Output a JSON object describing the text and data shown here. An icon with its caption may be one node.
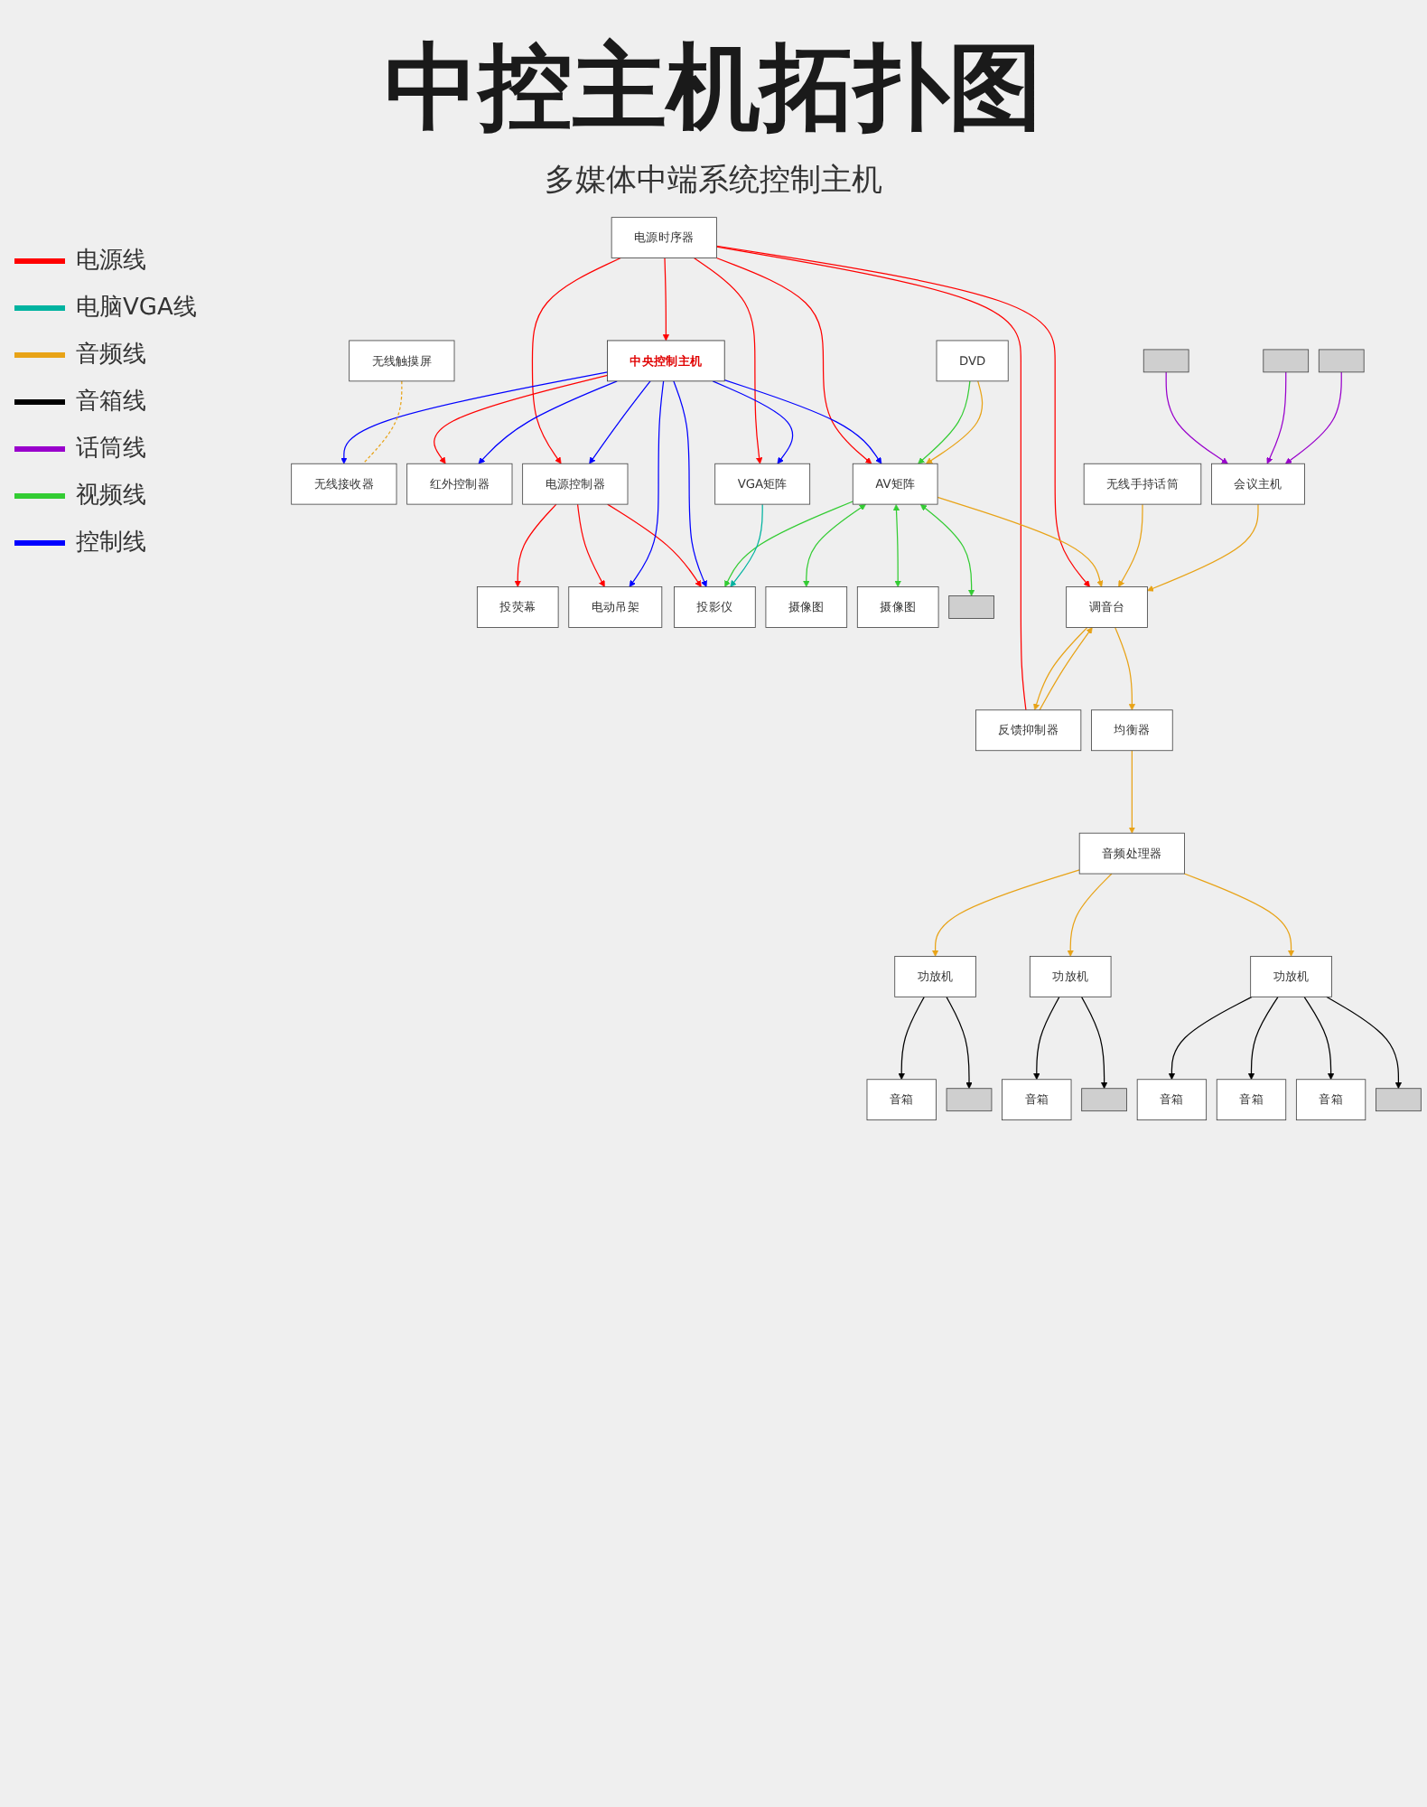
{
  "diagram": {
    "title": "中控主机拓扑图",
    "caption": "多媒体中端系统控制主机",
    "nodes": [
      {
        "text": [
          "投荧幕"
        ]
      },
      {
        "text": [
          "无线触摸屏"
        ]
      },
      {
        "text": [
          "电动吊架"
        ]
      },
      {
        "text": [
          "无线接收器"
        ]
      },
      {
        "text": [
          "红外控制器"
        ]
      },
      {
        "text": [
          "投影仪"
        ]
      },
      {
        "text": [
          "无线手持话筒"
        ]
      },
      {
        "text": [
          "电源控制器"
        ]
      },
      {
        "text": [
          "中央控制主机"
        ]
      },
      {
        "text": [
          "音箱"
        ]
      },
      {
        "text": [],
        "shape": "box"
      },
      {
        "text": [
          "功放机"
        ]
      },
      {
        "text": [
          "反馈抑制器"
        ]
      },
      {
        "text": [
          "摄像图"
        ]
      },
      {
        "text": [
          "摄像图"
        ]
      },
      {
        "text": [],
        "shape": "box"
      },
      {
        "text": [
          "AV矩阵"
        ]
      },
      {
        "text": [
          "DVD"
        ]
      },
      {
        "text": [
          "均衡器"
        ]
      },
      {
        "text": [
          "调音台"
        ]
      },
      {
        "text": [
          "音箱"
        ]
      },
      {
        "text": [],
        "shape": "box"
      },
      {
        "text": [
          "音频处理器"
        ]
      },
      {
        "text": [
          "功放机"
        ]
      },
      {
        "text": [
          "VGA矩阵"
        ]
      },
      {
        "text": [
          "会议主机"
        ]
      },
      {
        "text": [
          "电源时序器"
        ]
      },
      {
        "text": [
          "音箱"
        ]
      },
      {
        "text": [
          "音箱"
        ]
      },
      {
        "text": [
          "音箱"
        ]
      },
      {
        "text": [],
        "shape": "box"
      },
      {
        "text": [],
        "shape": "box"
      },
      {
        "text": [],
        "shape": "box"
      },
      {
        "text": [],
        "shape": "box"
      },
      {
        "text": [
          "功放机"
        ]
      }
    ],
    "edges": [
      {
        "from": 26,
        "to": 8,
        "arrow": "to",
        "color": "#ff0000"
      },
      {
        "from": 26,
        "to": 7,
        "arrow": "to",
        "color": "#ff0000"
      },
      {
        "from": 26,
        "to": 12,
        "arrow": "none",
        "color": "#ff0000"
      },
      {
        "from": 26,
        "to": 16,
        "arrow": "to",
        "color": "#ff0000"
      },
      {
        "from": 26,
        "to": 19,
        "arrow": "to",
        "color": "#ff0000"
      },
      {
        "from": 26,
        "to": 24,
        "arrow": "to",
        "color": "#ff0000"
      },
      {
        "from": 7,
        "to": 0,
        "arrow": "to",
        "color": "#ff0000"
      },
      {
        "from": 7,
        "to": 2,
        "arrow": "to",
        "color": "#ff0000"
      },
      {
        "from": 7,
        "to": 5,
        "arrow": "to",
        "color": "#ff0000"
      },
      {
        "from": 8,
        "to": 4,
        "arrow": "to",
        "color": "#ff0000"
      },
      {
        "from": 8,
        "to": 2,
        "arrow": "to",
        "color": "#0000ff"
      },
      {
        "from": 8,
        "to": 5,
        "arrow": "to",
        "color": "#0000ff"
      },
      {
        "from": 8,
        "to": 3,
        "arrow": "to",
        "color": "#0000ff"
      },
      {
        "from": 8,
        "to": 4,
        "arrow": "to",
        "color": "#0000ff"
      },
      {
        "from": 8,
        "to": 7,
        "arrow": "to",
        "color": "#0000ff"
      },
      {
        "from": 8,
        "to": 16,
        "arrow": "to",
        "color": "#0000ff"
      },
      {
        "from": 8,
        "to": 24,
        "arrow": "to",
        "color": "#0000ff"
      },
      {
        "from": 1,
        "to": 3,
        "arrow": "none",
        "style": "dashed",
        "color": "#e8a317"
      },
      {
        "from": 16,
        "to": 5,
        "arrow": "to",
        "color": "#33cc33"
      },
      {
        "from": 16,
        "to": 13,
        "arrow": "both",
        "color": "#33cc33"
      },
      {
        "from": 16,
        "to": 14,
        "arrow": "both",
        "color": "#33cc33"
      },
      {
        "from": 16,
        "to": 15,
        "arrow": "both",
        "color": "#33cc33"
      },
      {
        "from": 17,
        "to": 16,
        "arrow": "to",
        "color": "#33cc33"
      },
      {
        "from": 17,
        "to": 16,
        "arrow": "to",
        "color": "#e8a317"
      },
      {
        "from": 16,
        "to": 19,
        "arrow": "to",
        "color": "#e8a317"
      },
      {
        "from": 6,
        "to": 19,
        "arrow": "to",
        "color": "#e8a317"
      },
      {
        "from": 19,
        "to": 12,
        "arrow": "to",
        "color": "#e8a317"
      },
      {
        "from": 12,
        "to": 19,
        "arrow": "to",
        "color": "#e8a317"
      },
      {
        "from": 19,
        "to": 18,
        "arrow": "to",
        "color": "#e8a317"
      },
      {
        "from": 18,
        "to": 22,
        "arrow": "to",
        "color": "#e8a317"
      },
      {
        "from": 22,
        "to": 11,
        "arrow": "to",
        "color": "#e8a317"
      },
      {
        "from": 22,
        "to": 23,
        "arrow": "to",
        "color": "#e8a317"
      },
      {
        "from": 22,
        "to": 34,
        "arrow": "to",
        "color": "#e8a317"
      },
      {
        "from": 25,
        "to": 19,
        "arrow": "to",
        "color": "#e8a317"
      },
      {
        "from": 24,
        "to": 5,
        "arrow": "to",
        "color": "#00b3a0"
      },
      {
        "from": 31,
        "to": 25,
        "arrow": "to",
        "color": "#9900cc"
      },
      {
        "from": 32,
        "to": 25,
        "arrow": "to",
        "color": "#9900cc"
      },
      {
        "from": 33,
        "to": 25,
        "arrow": "to",
        "color": "#9900cc"
      },
      {
        "from": 11,
        "to": 9,
        "arrow": "to",
        "color": "#000000"
      },
      {
        "from": 11,
        "to": 10,
        "arrow": "to",
        "color": "#000000"
      },
      {
        "from": 23,
        "to": 20,
        "arrow": "to",
        "color": "#000000"
      },
      {
        "from": 23,
        "to": 21,
        "arrow": "to",
        "color": "#000000"
      },
      {
        "from": 34,
        "to": 27,
        "arrow": "to",
        "color": "#000000"
      },
      {
        "from": 34,
        "to": 28,
        "arrow": "to",
        "color": "#000000"
      },
      {
        "from": 34,
        "to": 29,
        "arrow": "to",
        "color": "#000000"
      },
      {
        "from": 34,
        "to": 30,
        "arrow": "to",
        "color": "#000000"
      }
    ],
    "legend": [
      {
        "text": "电源线",
        "color": "#ff0000"
      },
      {
        "text": "电脑VGA线",
        "color": "#00b3a0"
      },
      {
        "text": "音频线",
        "color": "#e8a317"
      },
      {
        "text": "音箱线",
        "color": "#000000"
      },
      {
        "text": "话筒线",
        "color": "#9900cc"
      },
      {
        "text": "视频线",
        "color": "#33cc33"
      },
      {
        "text": "控制线",
        "color": "#0000ff"
      }
    ]
  }
}
